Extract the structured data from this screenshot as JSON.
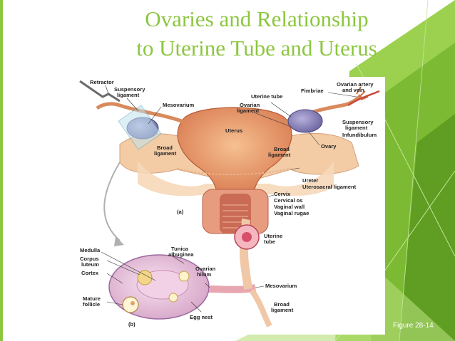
{
  "slide": {
    "title_line1": "Ovaries and Relationship",
    "title_line2": "to Uterine Tube and Uterus",
    "figure_caption": "Figure 28-14"
  },
  "figure": {
    "panel_a": {
      "panel_label": "(a)",
      "labels": {
        "retractor": "Retractor",
        "suspensory_left_1": "Suspensory",
        "suspensory_left_2": "ligament",
        "mesovarium": "Mesovarium",
        "uterus": "Uterus",
        "broad_left_1": "Broad",
        "broad_left_2": "ligament",
        "uterine_tube": "Uterine tube",
        "ovarian_ligament_1": "Ovarian",
        "ovarian_ligament_2": "ligament",
        "fimbriae": "Fimbriae",
        "ovarian_artery_1": "Ovarian artery",
        "ovarian_artery_2": "and vein",
        "suspensory_right_1": "Suspensory",
        "suspensory_right_2": "ligament",
        "infundibulum": "Infundibulum",
        "ovary": "Ovary",
        "broad_right_1": "Broad",
        "broad_right_2": "ligament",
        "ureter": "Ureter",
        "uterosacral": "Uterosacral ligament",
        "cervix": "Cervix",
        "cervical_os": "Cervical os",
        "vaginal_wall": "Vaginal wall",
        "vaginal_rugae": "Vaginal rugae"
      }
    },
    "panel_b": {
      "panel_label": "(b)",
      "labels": {
        "medulla": "Medulla",
        "corpus_luteum_1": "Corpus",
        "corpus_luteum_2": "luteum",
        "cortex": "Cortex",
        "mature_follicle_1": "Mature",
        "mature_follicle_2": "follicle",
        "tunica_1": "Tunica",
        "tunica_2": "albuginea",
        "ovarian_hilum_1": "Ovarian",
        "ovarian_hilum_2": "hilum",
        "egg_nest": "Egg nest",
        "uterine_tube_1": "Uterine",
        "uterine_tube_2": "tube",
        "mesovarium": "Mesovarium",
        "broad_ligament_1": "Broad",
        "broad_ligament_2": "ligament"
      }
    }
  },
  "colors": {
    "title": "#8cc63f",
    "accent_green": "#8cc63f",
    "accent_dark_green": "#5a9a1f",
    "caption": "#ffffff",
    "uterus": "#e8a070",
    "ovary": "#8a80b8",
    "broad_ligament": "#f0c6a0"
  }
}
